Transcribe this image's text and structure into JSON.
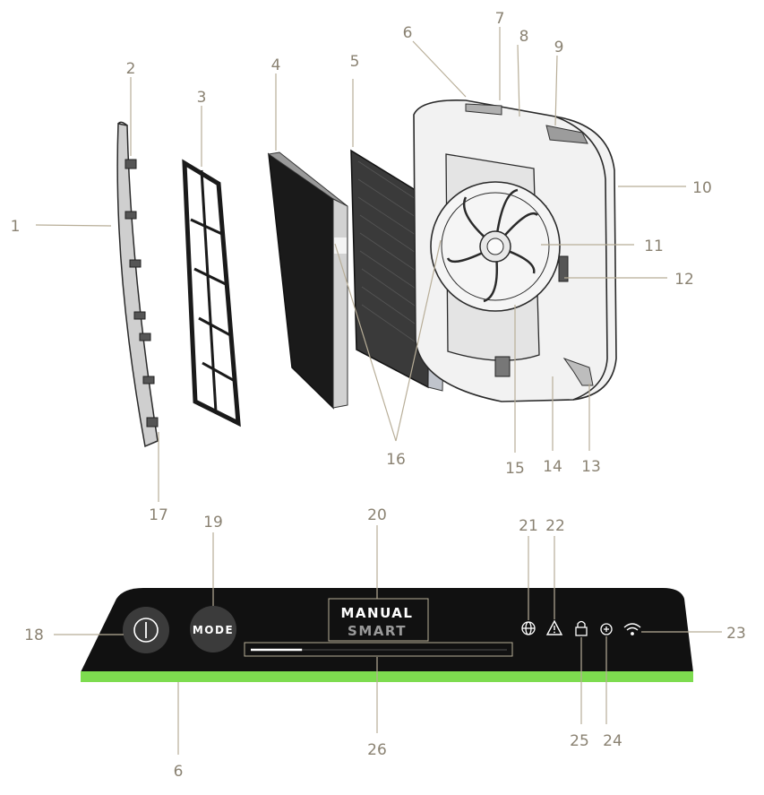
{
  "callouts": {
    "c1": "1",
    "c2": "2",
    "c3": "3",
    "c4": "4",
    "c5": "5",
    "c6_top": "6",
    "c7": "7",
    "c8": "8",
    "c9": "9",
    "c10": "10",
    "c11": "11",
    "c12": "12",
    "c13": "13",
    "c14": "14",
    "c15": "15",
    "c16": "16",
    "c17": "17",
    "c18": "18",
    "c19": "19",
    "c20": "20",
    "c21": "21",
    "c22": "22",
    "c23": "23",
    "c24": "24",
    "c25": "25",
    "c26": "26",
    "c6_bottom": "6"
  },
  "control_panel": {
    "mode_button_label": "MODE",
    "display_line1": "MANUAL",
    "display_line2": "SMART",
    "progress_fraction": 0.2,
    "accent_color": "#7ddc4f",
    "panel_color": "#111111"
  },
  "icons": {
    "power": "power-icon",
    "globe": "globe-icon",
    "warning": "warning-icon",
    "lock": "lock-icon",
    "filter_reset": "filter-reset-icon",
    "wifi": "wifi-icon"
  }
}
